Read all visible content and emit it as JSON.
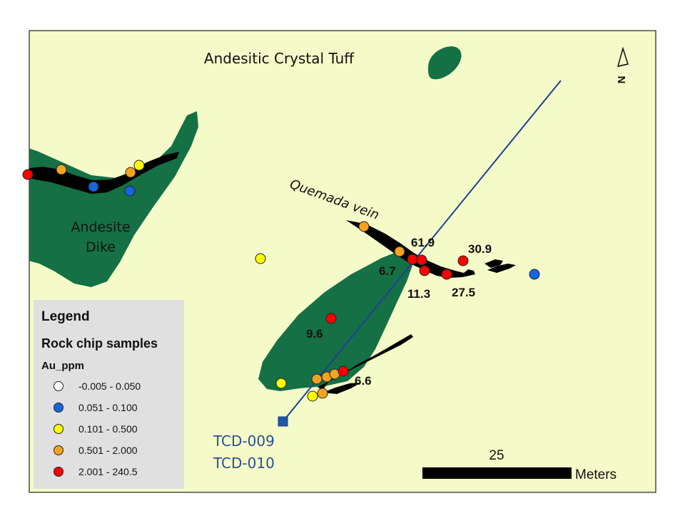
{
  "map": {
    "labels": {
      "unit": "Andesitic Crystal Tuff",
      "dike_line1": "Andesite",
      "dike_line2": "Dike",
      "vein": "Quemada vein"
    },
    "north_arrow": "N",
    "drillhole": {
      "line1": "TCD-009",
      "line2": "TCD-010"
    },
    "scale": {
      "value": "25",
      "unit": "Meters"
    },
    "assays": {
      "a1": "61.9",
      "a2": "30.9",
      "a3": "6.7",
      "a4": "11.3",
      "a5": "27.5",
      "a6": "9.6",
      "a7": "6.6"
    },
    "colors": {
      "background": "#f5fbc8",
      "dike": "#157045",
      "vein": "#000000",
      "drill_trace": "#203f9a",
      "class_white": "#ffffff",
      "class_blue": "#1565e0",
      "class_yellow": "#ffff00",
      "class_orange": "#f5a31e",
      "class_red": "#ff0000"
    }
  },
  "legend": {
    "title": "Legend",
    "subtitle": "Rock chip samples",
    "field": "Au_ppm",
    "items": [
      {
        "label": "-0.005 - 0.050",
        "color": "#ffffff"
      },
      {
        "label": "0.051 - 0.100",
        "color": "#1565e0"
      },
      {
        "label": "0.101 - 0.500",
        "color": "#ffff00"
      },
      {
        "label": "0.501 - 2.000",
        "color": "#f5a31e"
      },
      {
        "label": "2.001 - 240.5",
        "color": "#ff0000"
      }
    ]
  }
}
